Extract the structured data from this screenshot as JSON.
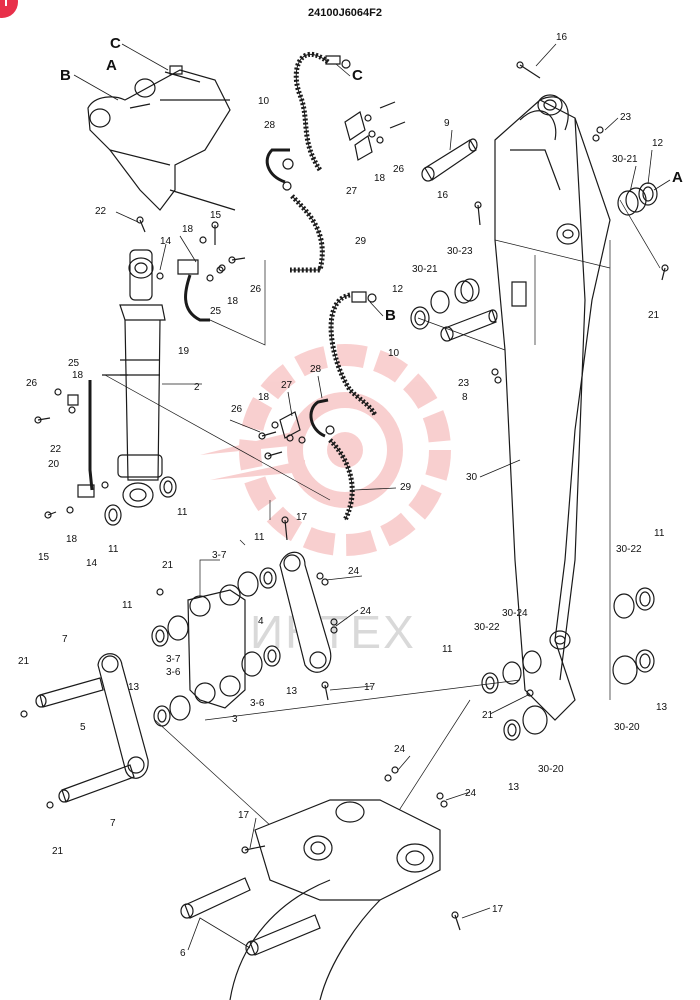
{
  "drawing_code": "24100J6064F2",
  "watermark_text": "ИНТЕХ",
  "colors": {
    "line": "#1a1a1a",
    "watermark": "#f4a9a9",
    "badge": "#e8304a"
  },
  "callouts": [
    "C",
    "A",
    "B",
    "C",
    "B",
    "A",
    "16",
    "9",
    "23",
    "12",
    "30-21",
    "16",
    "30-23",
    "30-21",
    "12",
    "21",
    "10",
    "28",
    "27",
    "18",
    "26",
    "29",
    "22",
    "14",
    "15",
    "18",
    "26",
    "18",
    "25",
    "19",
    "10",
    "28",
    "27",
    "18",
    "26",
    "29",
    "23",
    "8",
    "25",
    "18",
    "26",
    "22",
    "20",
    "2",
    "14",
    "11",
    "11",
    "15",
    "18",
    "30",
    "17",
    "3-7",
    "11",
    "24",
    "21",
    "24",
    "11",
    "4",
    "3-7",
    "3-6",
    "3",
    "13",
    "3-6",
    "17",
    "7",
    "21",
    "13",
    "5",
    "7",
    "21",
    "30-22",
    "11",
    "30-24",
    "30-22",
    "11",
    "21",
    "30-20",
    "13",
    "24",
    "13",
    "30-20",
    "24",
    "17",
    "17",
    "6"
  ]
}
